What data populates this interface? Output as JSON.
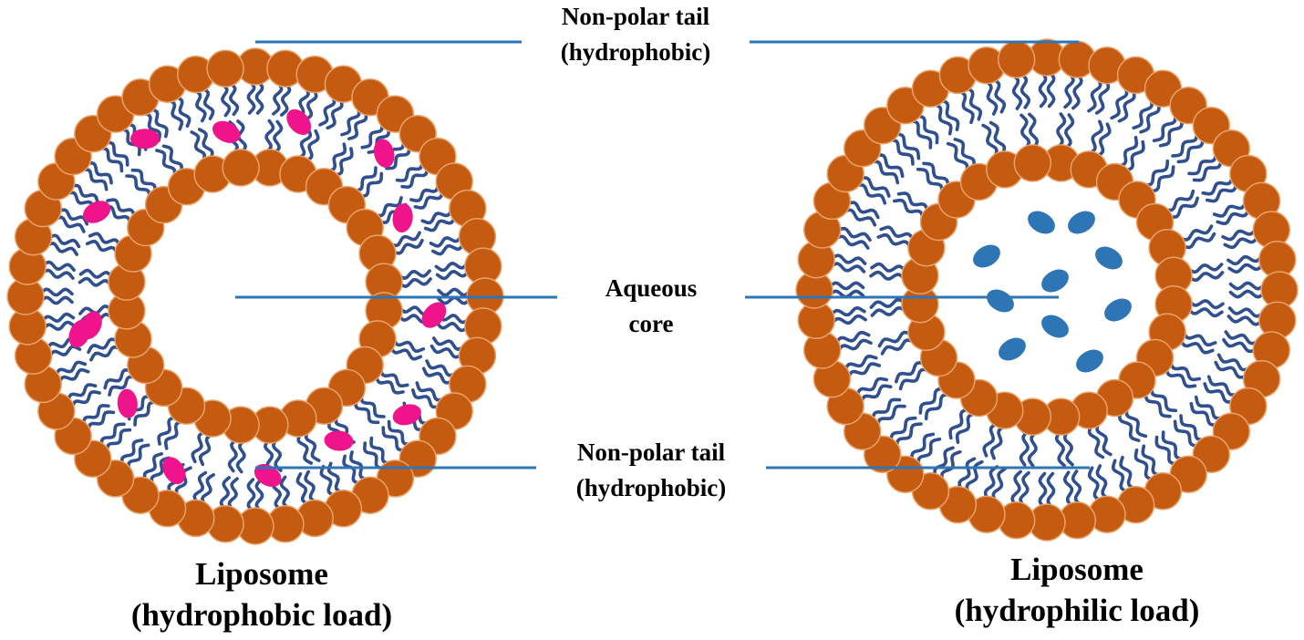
{
  "labels": {
    "top_tail": [
      "Non-polar tail",
      "(hydrophobic)"
    ],
    "core": [
      "Aqueous",
      "core"
    ],
    "bottom_tail": [
      "Non-polar tail",
      "(hydrophobic)"
    ]
  },
  "captions": {
    "left": [
      "Liposome",
      "(hydrophobic load)"
    ],
    "right": [
      "Liposome",
      "(hydrophilic load)"
    ]
  },
  "colors": {
    "head": "#c55a11",
    "head_stroke": "#e8a26a",
    "tail": "#2f4f8f",
    "hydrophobic_drug": "#f0148c",
    "hydrophilic_drug": "#2e75b6",
    "leader_line": "#2e75b6"
  }
}
